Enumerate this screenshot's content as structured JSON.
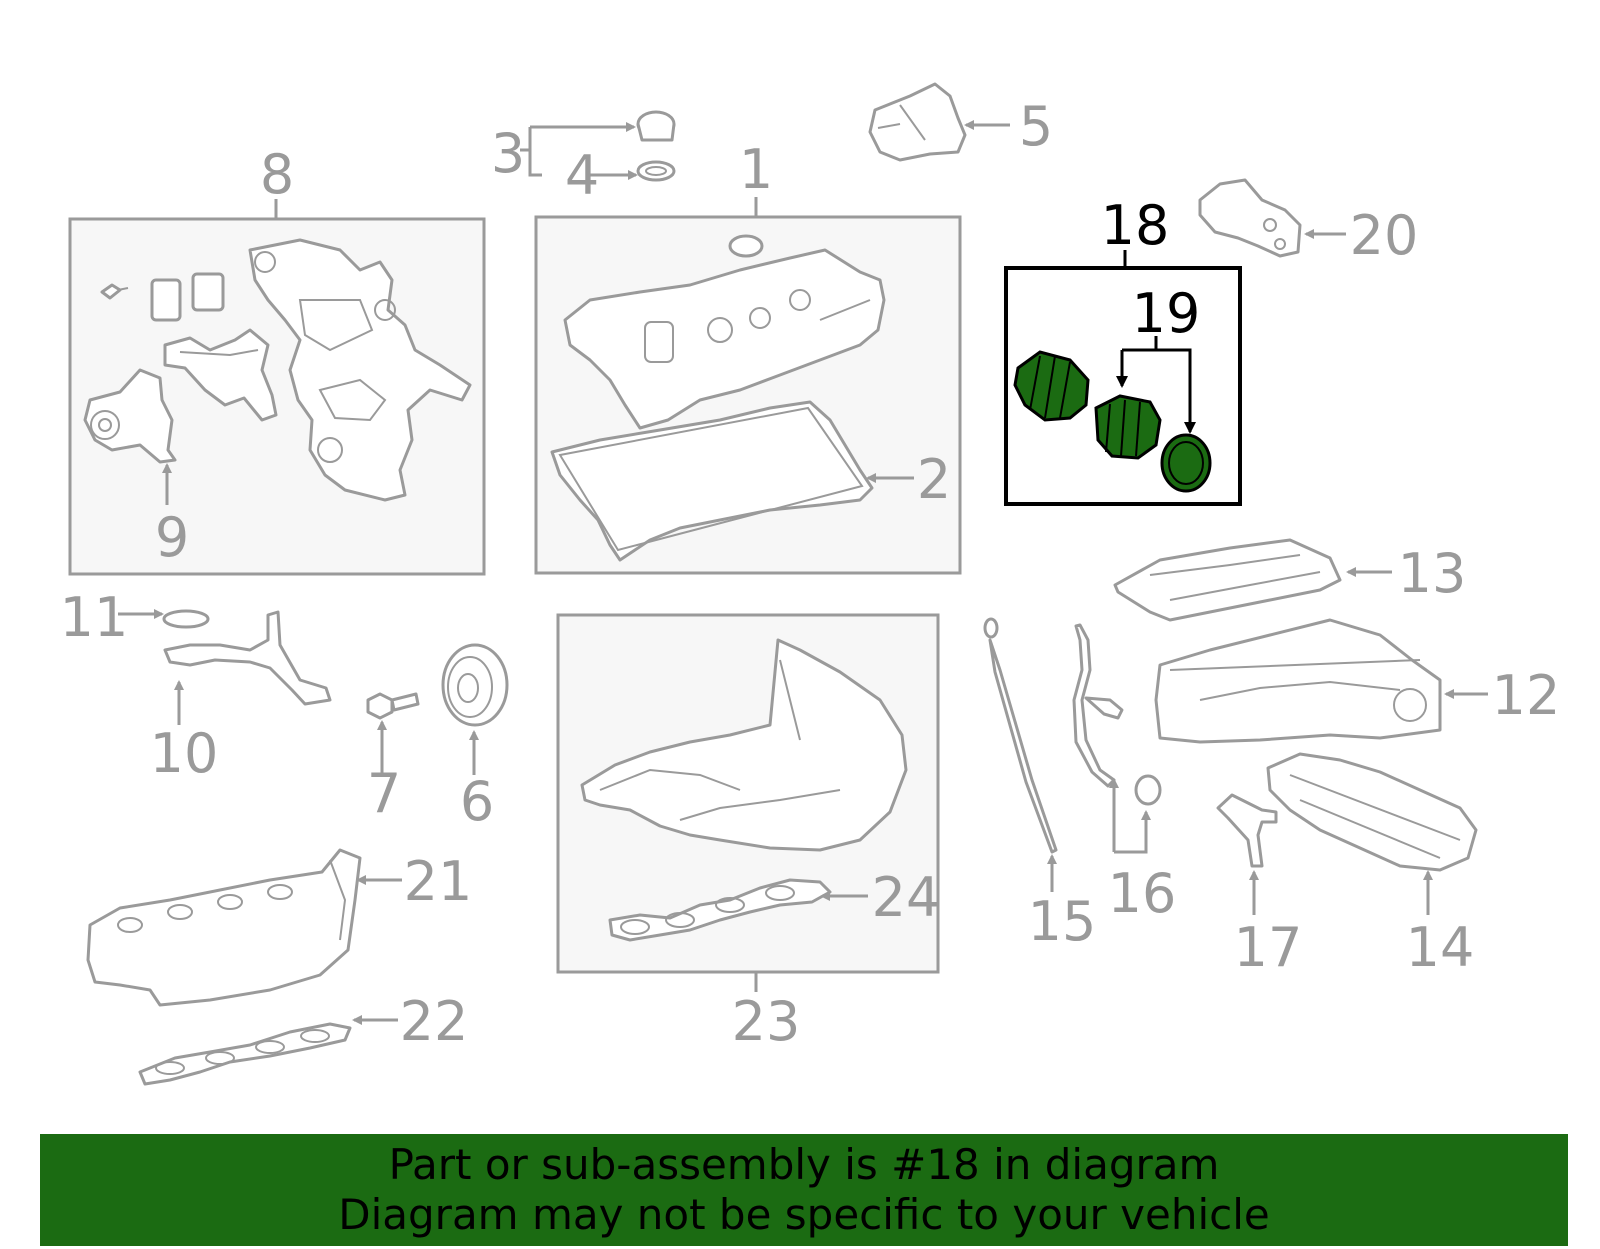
{
  "diagram": {
    "highlight_color": "#1b6b12",
    "callouts": [
      "1",
      "2",
      "3",
      "4",
      "5",
      "6",
      "7",
      "8",
      "9",
      "10",
      "11",
      "12",
      "13",
      "14",
      "15",
      "16",
      "17",
      "18",
      "19",
      "20",
      "21",
      "22",
      "23",
      "24"
    ],
    "highlighted": [
      "18",
      "19"
    ]
  },
  "banner": {
    "line1": "Part or sub-assembly is #18 in diagram",
    "line2": "Diagram may not be specific to your vehicle",
    "background": "#1b6b12"
  }
}
